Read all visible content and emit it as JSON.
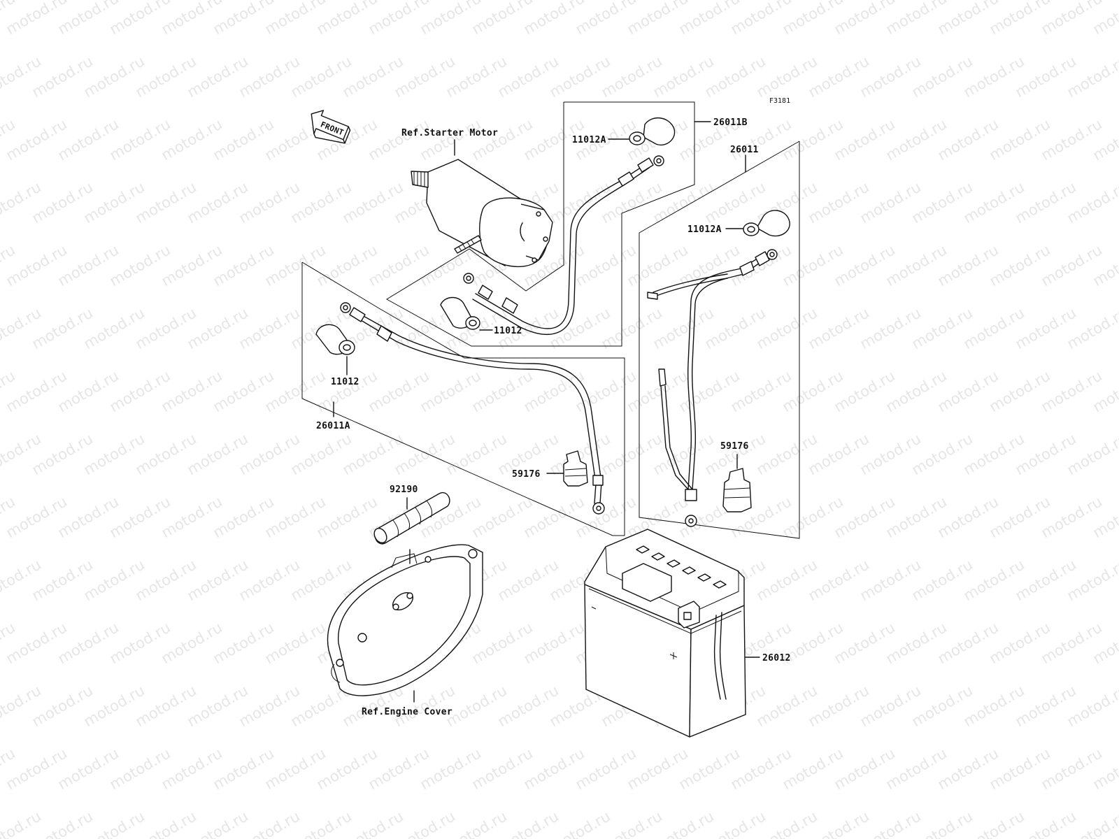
{
  "figure_code": "F3181",
  "watermark": "motod.ru",
  "front_arrow": "FRONT",
  "labels": {
    "ref_starter_motor": "Ref.Starter Motor",
    "ref_engine_cover": "Ref.Engine Cover",
    "part_26011B": "26011B",
    "part_26011": "26011",
    "part_26011A": "26011A",
    "part_11012A_top": "11012A",
    "part_11012A_right": "11012A",
    "part_11012_middle": "11012",
    "part_11012_left": "11012",
    "part_59176_left": "59176",
    "part_59176_right": "59176",
    "part_92190": "92190",
    "part_26012": "26012"
  }
}
